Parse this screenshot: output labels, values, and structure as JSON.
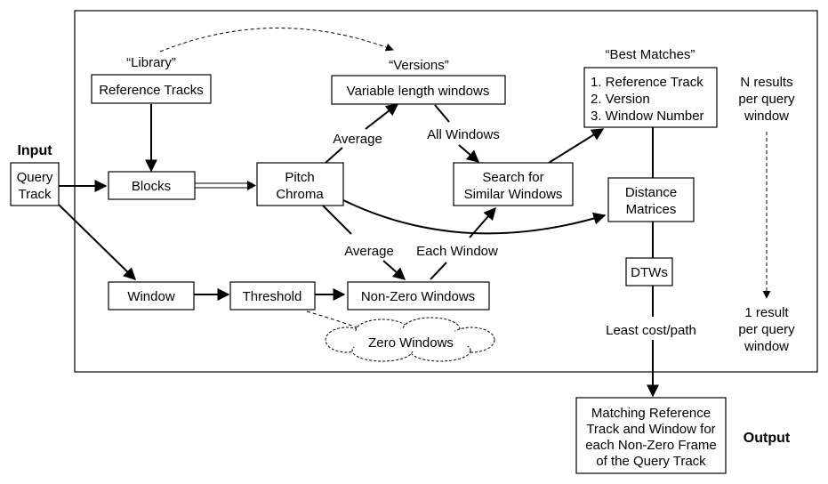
{
  "labels": {
    "input": "Input",
    "output": "Output",
    "library": "“Library”",
    "versions": "“Versions”",
    "best_matches": "“Best Matches”",
    "average_top": "Average",
    "all_windows": "All Windows",
    "average_bottom": "Average",
    "each_window": "Each Window",
    "least_cost": "Least cost/path",
    "n_results": [
      "N results",
      "per query",
      "window"
    ],
    "one_result": [
      "1 result",
      "per query",
      "window"
    ]
  },
  "nodes": {
    "query_track": [
      "Query",
      "Track"
    ],
    "reference_tracks": "Reference Tracks",
    "blocks": "Blocks",
    "pitch_chroma": [
      "Pitch",
      "Chroma"
    ],
    "variable_windows": "Variable length windows",
    "search_similar": [
      "Search for",
      "Similar Windows"
    ],
    "best_list": [
      "1. Reference Track",
      "2. Version",
      "3. Window Number"
    ],
    "distance_matrices": [
      "Distance",
      "Matrices"
    ],
    "dtws": "DTWs",
    "window": "Window",
    "threshold": "Threshold",
    "non_zero_windows": "Non-Zero Windows",
    "zero_windows": "Zero Windows",
    "output_box": [
      "Matching Reference",
      "Track and Window for",
      "each Non-Zero Frame",
      "of the Query Track"
    ]
  }
}
